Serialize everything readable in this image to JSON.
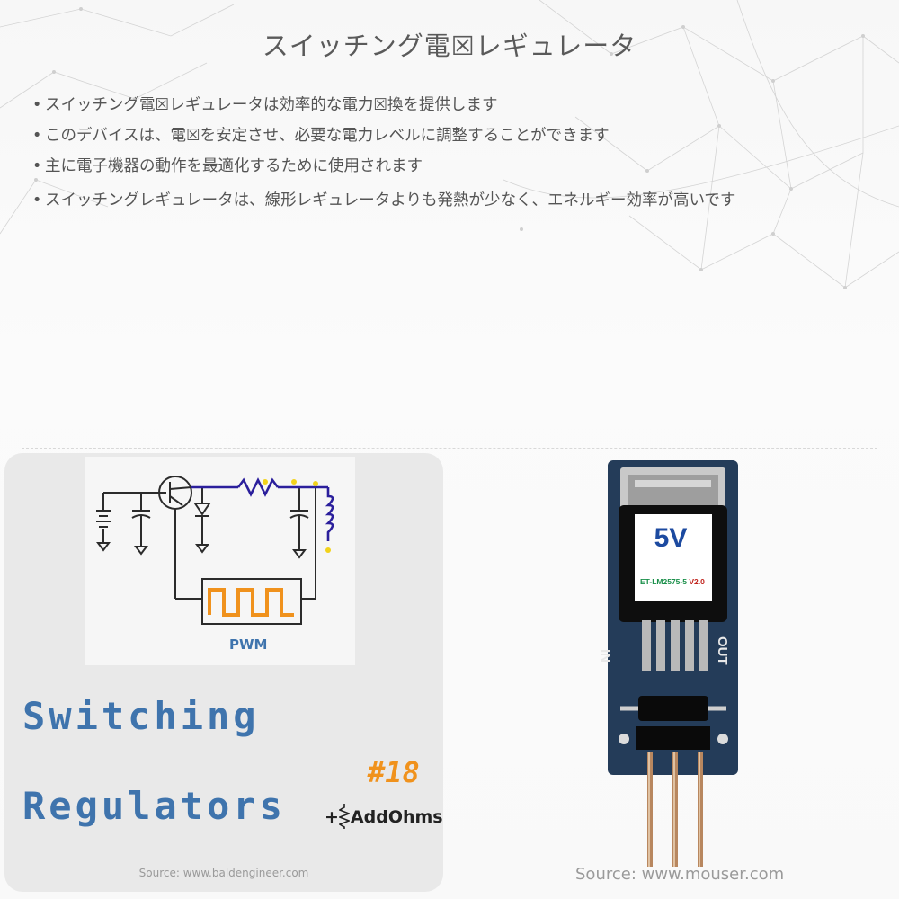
{
  "title": "スイッチング電☒レギュレータ",
  "bullets": [
    "スイッチング電☒レギュレータは効率的な電力☒換を提供します",
    "このデバイスは、電☒を安定させ、必要な電力レベルに調整することができます",
    "主に電子機器の動作を最適化するために使用されます",
    "スイッチングレギュレータは、線形レギュレータよりも発熱が少なく、エネルギー効率が高いです"
  ],
  "bullet_marker": "•",
  "left_image": {
    "circuit_label": "PWM",
    "title_line1": "Switching",
    "title_line2": "Regulators",
    "episode": "#18",
    "brand": "AddOhms",
    "brand_prefix": "+",
    "source": "Source: www.baldengineer.com"
  },
  "right_image": {
    "module_voltage": "5V",
    "module_part": "ET-LM2575-5",
    "module_version": "V2.0",
    "pin_in": "IN",
    "pin_out": "OUT",
    "source": "Source: www.mouser.com"
  },
  "colors": {
    "title_blue": "#3f74ad",
    "accent_orange": "#f0921d",
    "pcb_blue": "#243c59",
    "wire_purple": "#2b1f9c"
  }
}
